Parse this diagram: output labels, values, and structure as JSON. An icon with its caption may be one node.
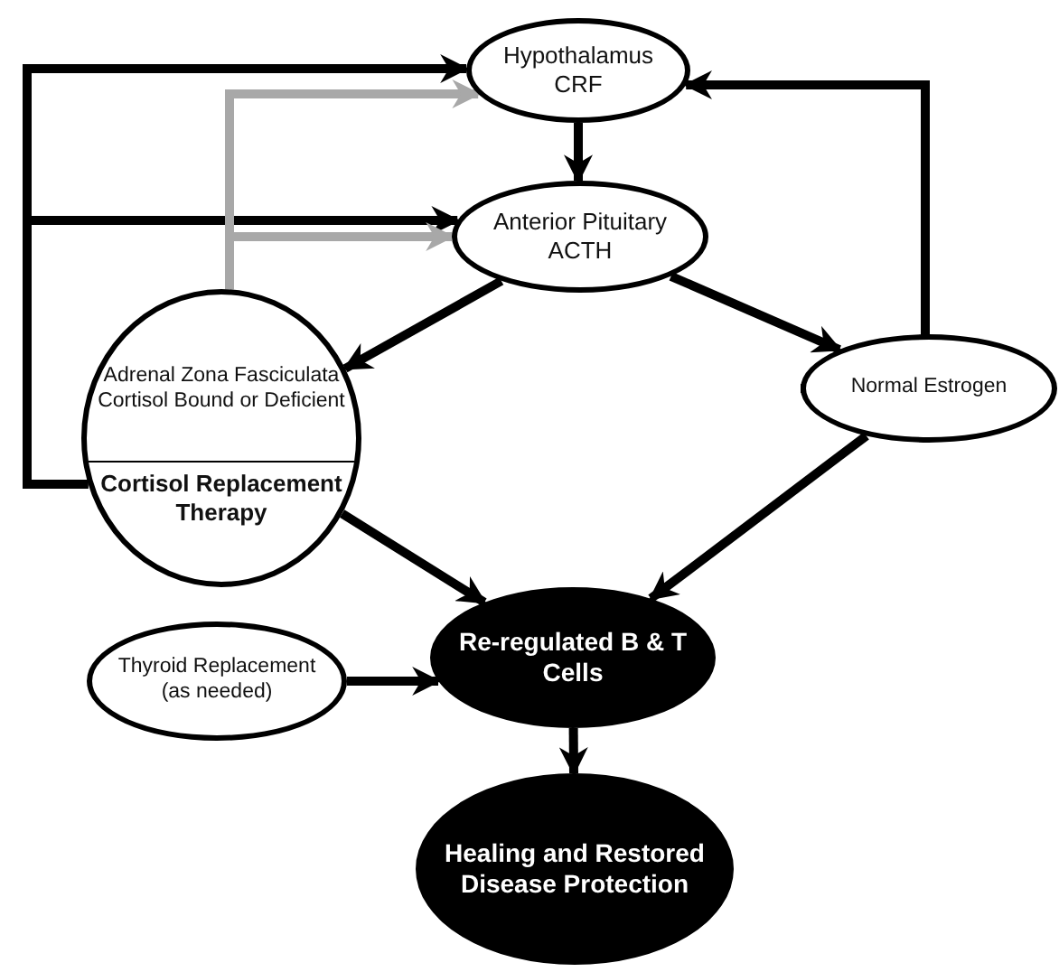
{
  "diagram": {
    "nodes": [
      {
        "text": [
          "Hypothalamus CRF"
        ]
      },
      {
        "text": [
          "Anterior Pituitary ACTH"
        ]
      },
      {
        "text": [
          "Adrenal Zona Fasciculata Cortisol Bound or Deficient",
          "Cortisol Replacement Therapy"
        ]
      },
      {
        "text": [
          "Normal Estrogen"
        ]
      },
      {
        "text": [
          "Thyroid Replacement (as needed)"
        ]
      },
      {
        "text": [
          "Re-regulated B & T Cells"
        ]
      },
      {
        "text": [
          "Healing and Restored Disease Protection"
        ]
      }
    ],
    "edges": [
      {
        "from": 0,
        "to": 1,
        "arrow": "to"
      },
      {
        "from": 1,
        "to": 2,
        "arrow": "to"
      },
      {
        "from": 1,
        "to": 3,
        "arrow": "to"
      },
      {
        "from": 3,
        "to": 0,
        "arrow": "to"
      },
      {
        "from": 2,
        "to": 0,
        "arrow": "to"
      },
      {
        "from": 2,
        "to": 1,
        "arrow": "to"
      },
      {
        "from": 2,
        "to": 0,
        "arrow": "to",
        "color": "#a8a8a8"
      },
      {
        "from": 2,
        "to": 1,
        "arrow": "to",
        "color": "#a8a8a8"
      },
      {
        "from": 2,
        "to": 5,
        "arrow": "to"
      },
      {
        "from": 3,
        "to": 5,
        "arrow": "to"
      },
      {
        "from": 4,
        "to": 5,
        "arrow": "to"
      },
      {
        "from": 5,
        "to": 6,
        "arrow": "to"
      }
    ]
  }
}
